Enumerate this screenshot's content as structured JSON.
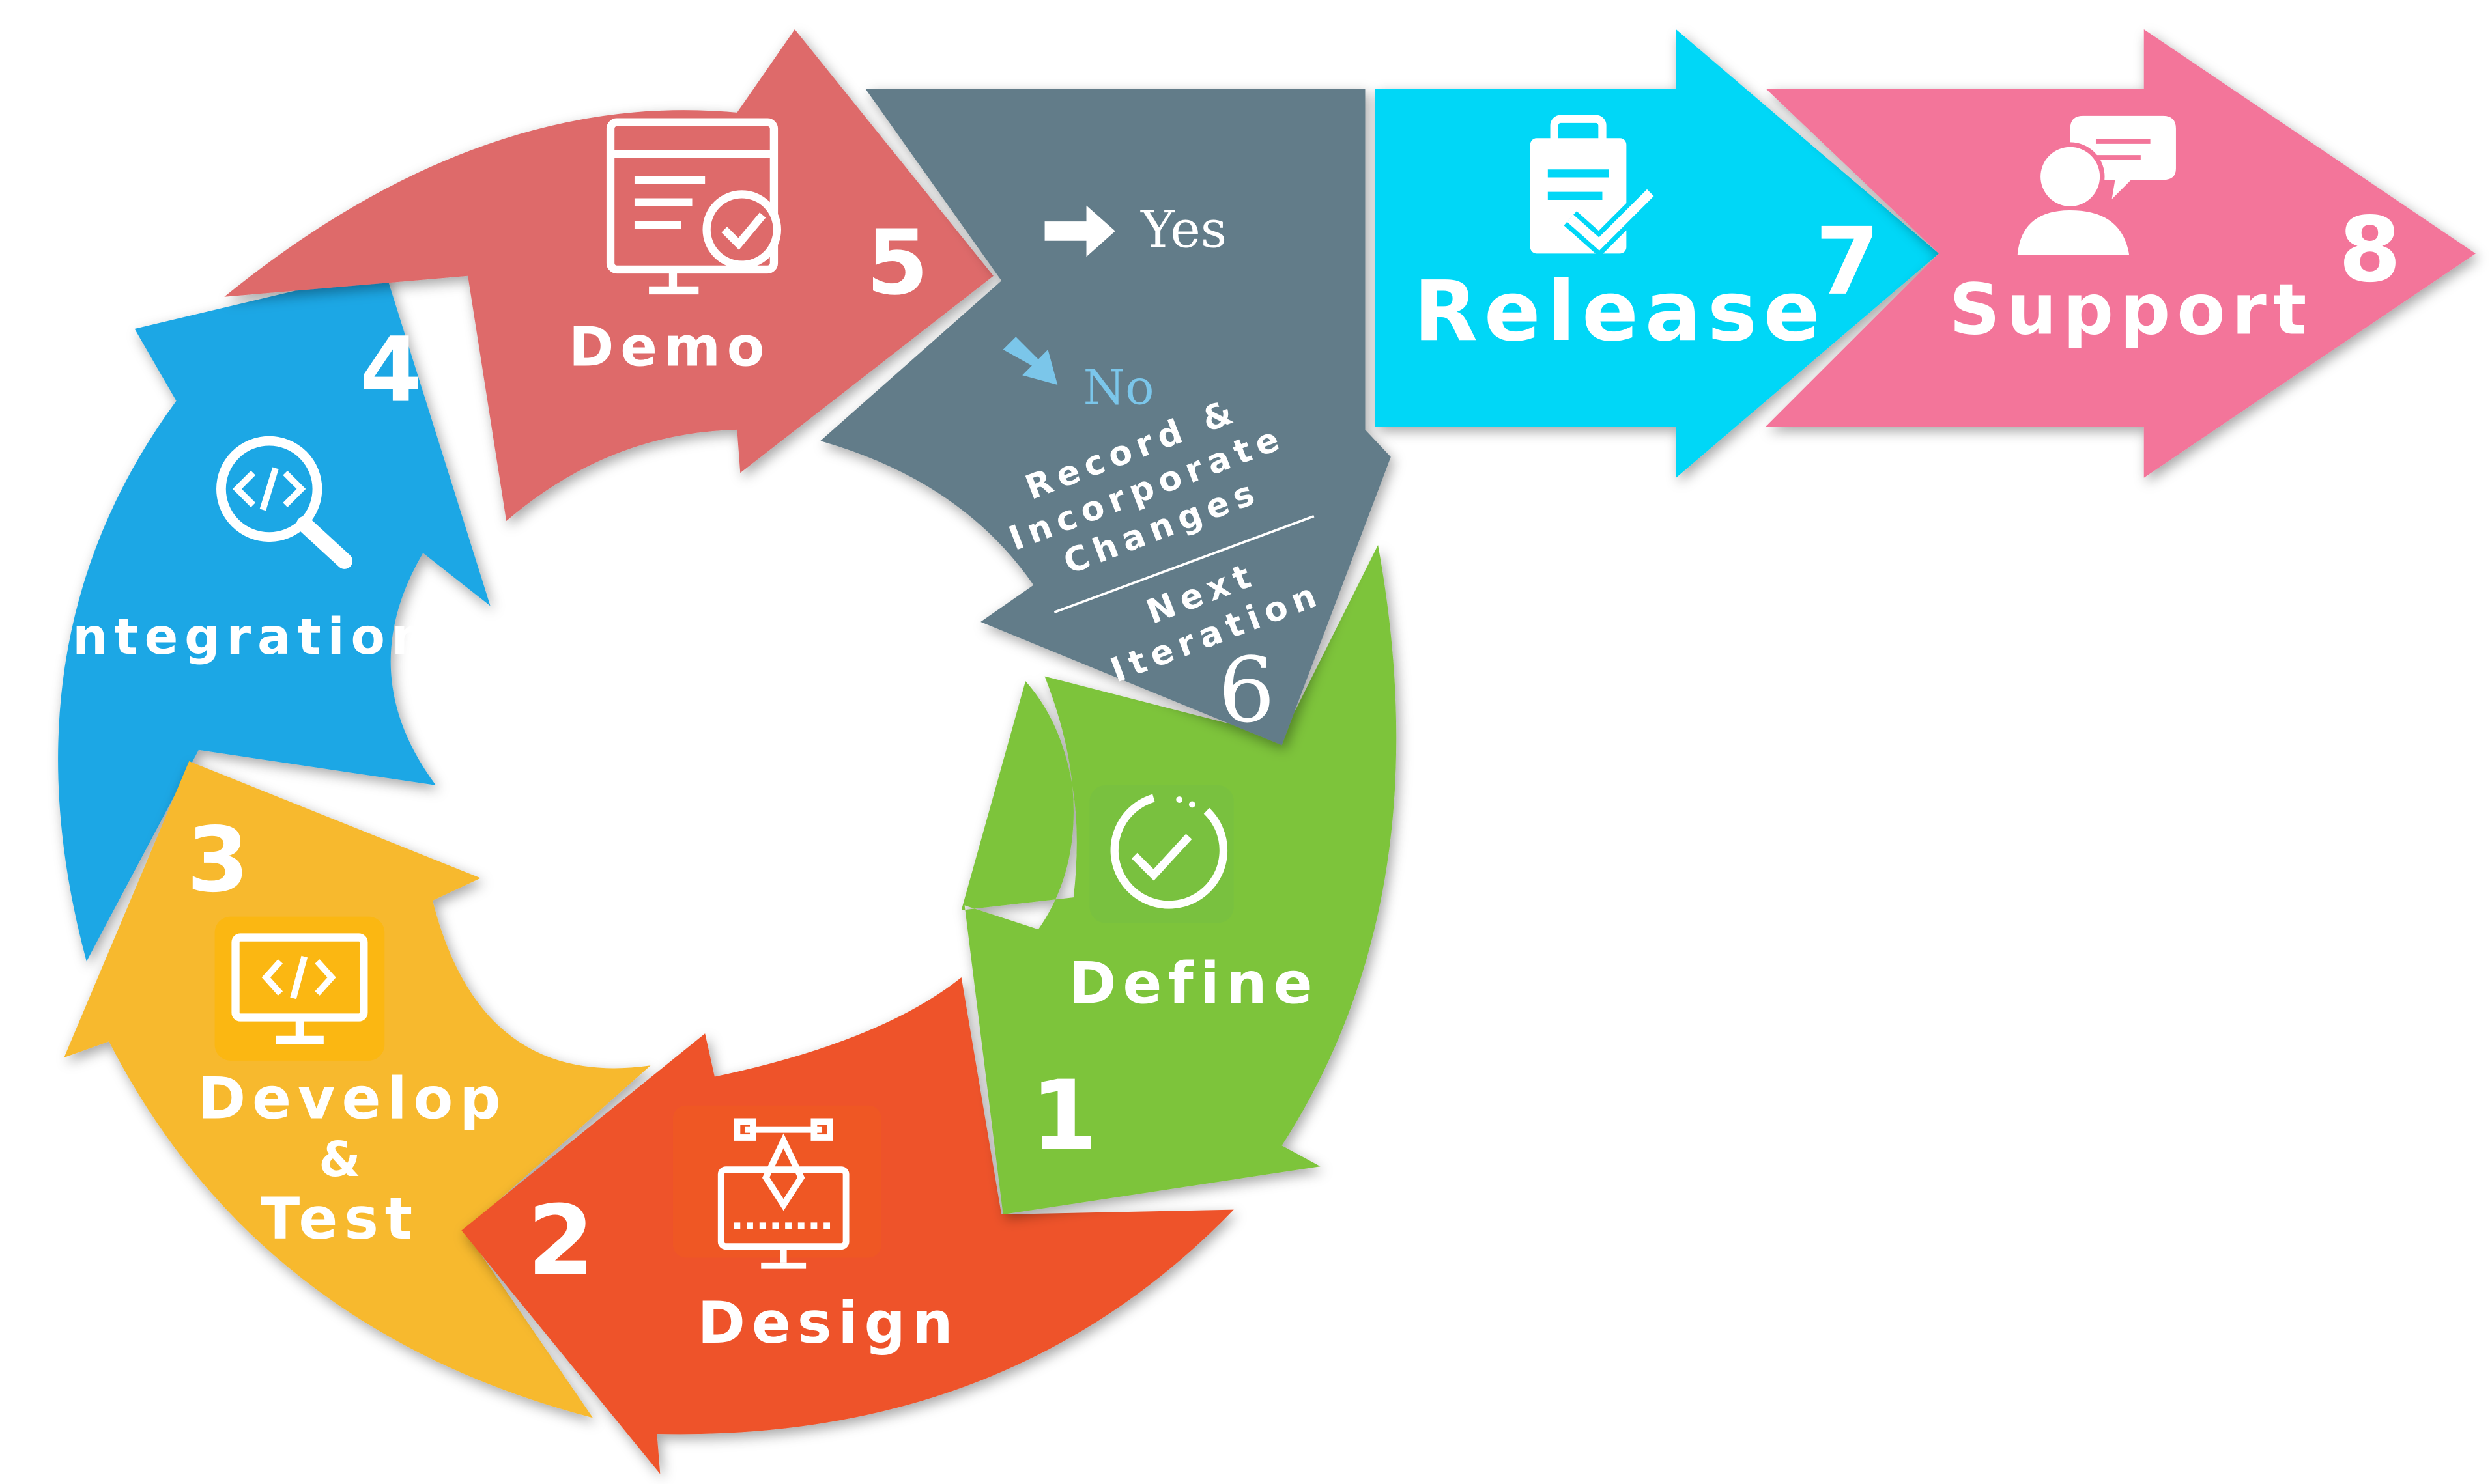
{
  "stages": [
    {
      "num": "1",
      "label": "Define",
      "color": "#7DC43A",
      "icon": "check-circle-icon"
    },
    {
      "num": "2",
      "label": "Design",
      "color": "#EE532A",
      "icon": "design-pen-monitor-icon"
    },
    {
      "num": "3",
      "label_lines": [
        "Develop",
        "&",
        "Test"
      ],
      "color": "#F7B92E",
      "icon": "code-monitor-icon"
    },
    {
      "num": "4",
      "label": "Integration",
      "color": "#1DA7E5",
      "icon": "code-search-icon"
    },
    {
      "num": "5",
      "label": "Demo",
      "color": "#DE6A6A",
      "icon": "browser-check-icon"
    },
    {
      "num": "6",
      "color": "#627C89",
      "yes": "Yes",
      "no": "No",
      "record_lines": [
        "Record &",
        "Incorporate",
        "Changes"
      ],
      "next_lines": [
        "Next",
        "Iteration"
      ]
    },
    {
      "num": "7",
      "label": "Release",
      "color": "#00D7F7",
      "icon": "clipboard-check-icon"
    },
    {
      "num": "8",
      "label": "Support",
      "color": "#F3759A",
      "icon": "support-person-chat-icon"
    }
  ]
}
